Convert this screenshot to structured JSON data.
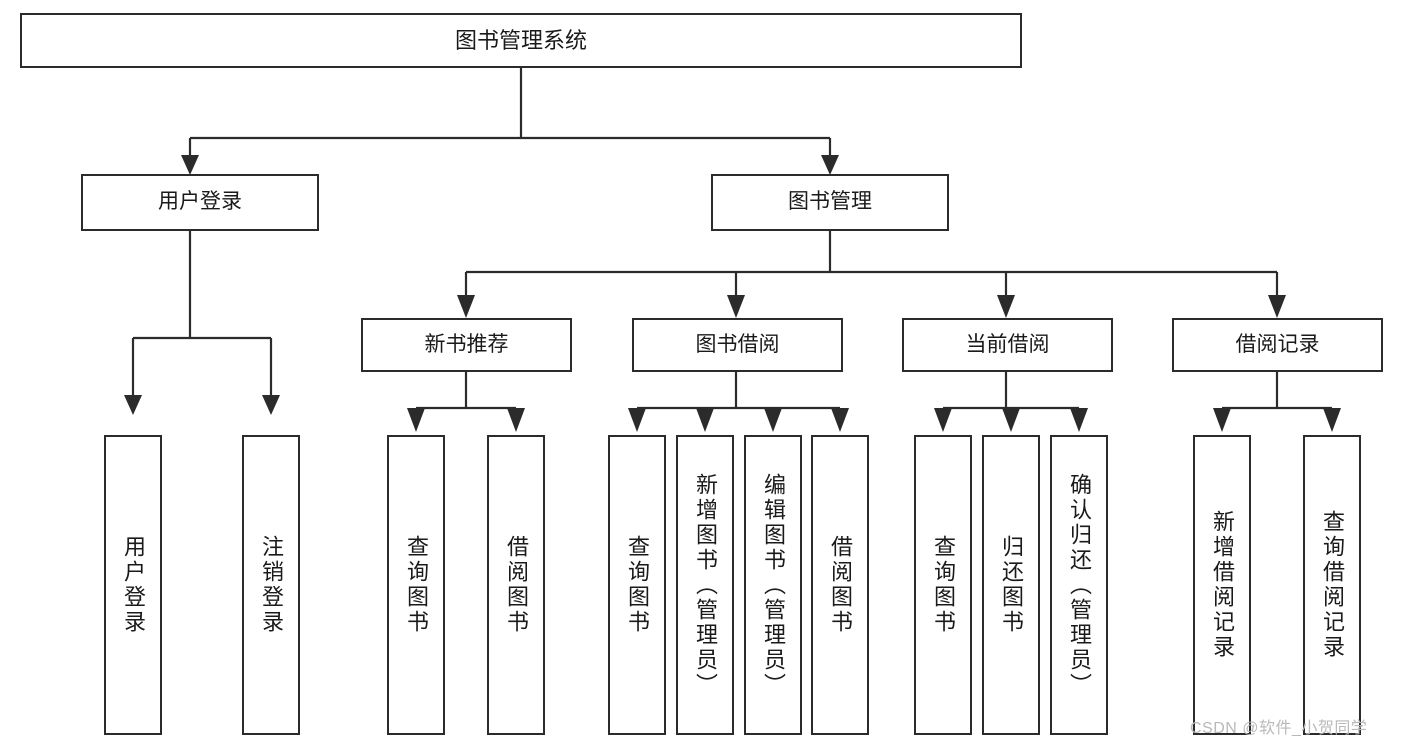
{
  "diagram": {
    "type": "tree-hierarchy-chart",
    "title": "图书管理系统",
    "watermark": "CSDN @软件_小贺同学",
    "colors": {
      "stroke": "#2b2b2b",
      "fill": "#ffffff",
      "text": "#1a1a1a",
      "watermark": "#b9b9b9"
    },
    "root": {
      "label": "图书管理系统"
    },
    "level2": [
      {
        "label": "用户登录"
      },
      {
        "label": "图书管理"
      }
    ],
    "level3": [
      {
        "label": "新书推荐"
      },
      {
        "label": "图书借阅"
      },
      {
        "label": "当前借阅"
      },
      {
        "label": "借阅记录"
      }
    ],
    "leaves": {
      "user_login": [
        {
          "label": "用户登录"
        },
        {
          "label": "注销登录"
        }
      ],
      "new_book_recommend": [
        {
          "label": "查询图书"
        },
        {
          "label": "借阅图书"
        }
      ],
      "book_borrow": [
        {
          "label": "查询图书"
        },
        {
          "label": "新增图书（管理员）"
        },
        {
          "label": "编辑图书（管理员）"
        },
        {
          "label": "借阅图书"
        }
      ],
      "current_borrow": [
        {
          "label": "查询图书"
        },
        {
          "label": "归还图书"
        },
        {
          "label": "确认归还（管理员）"
        }
      ],
      "borrow_record": [
        {
          "label": "新增借阅记录"
        },
        {
          "label": "查询借阅记录"
        }
      ]
    }
  }
}
